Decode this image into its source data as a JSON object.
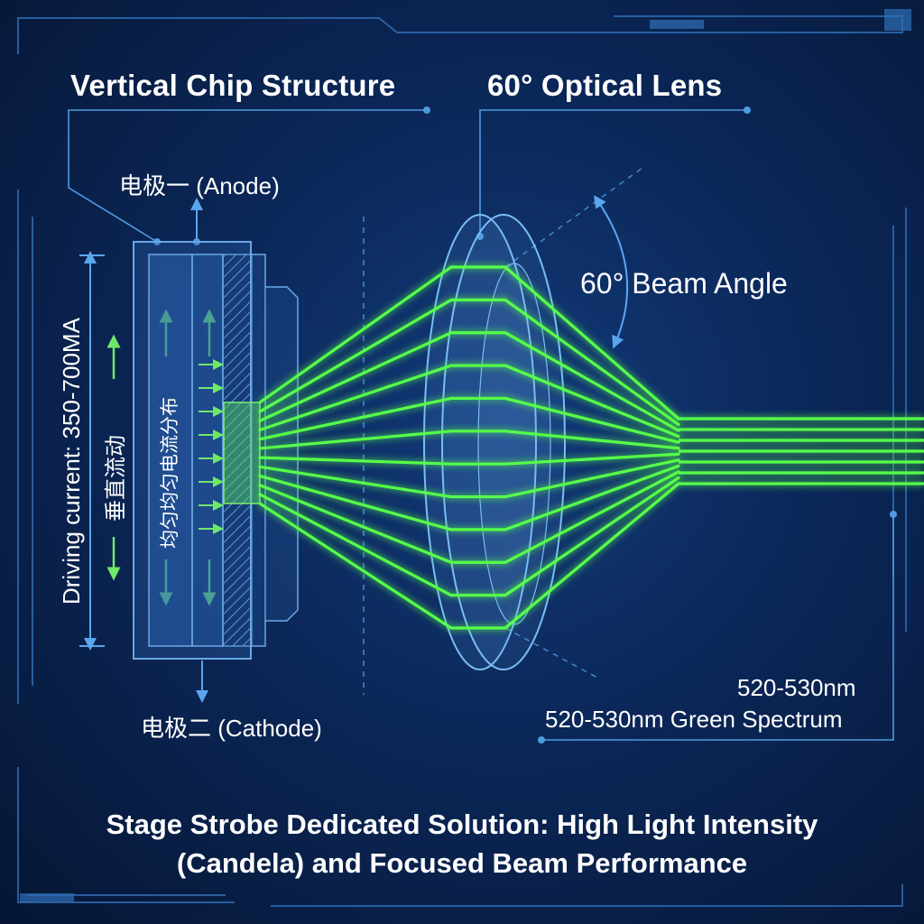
{
  "titles": {
    "chip": "Vertical Chip Structure",
    "lens": "60°  Optical Lens"
  },
  "electrodes": {
    "anode": "电极一 (Anode)",
    "cathode": "电极二 (Cathode)"
  },
  "chip": {
    "driving_current": "Driving current: 350-700MA",
    "vertical_flow": "垂直流动",
    "uniform_distribution": "均匀均匀电流分布"
  },
  "beam": {
    "angle_label": "60° Beam Angle",
    "wavelength": "520-530nm",
    "spectrum": "520-530nm Green Spectrum"
  },
  "footer": {
    "line1": "Stage Strobe Dedicated Solution: High Light Intensity",
    "line2": "(Candela) and Focused Beam Performance"
  },
  "colors": {
    "background": "#0b2758",
    "beam_green": "#57ff4a",
    "line_blue": "#4d9be0",
    "chip_fill": "#2a5ea8"
  }
}
